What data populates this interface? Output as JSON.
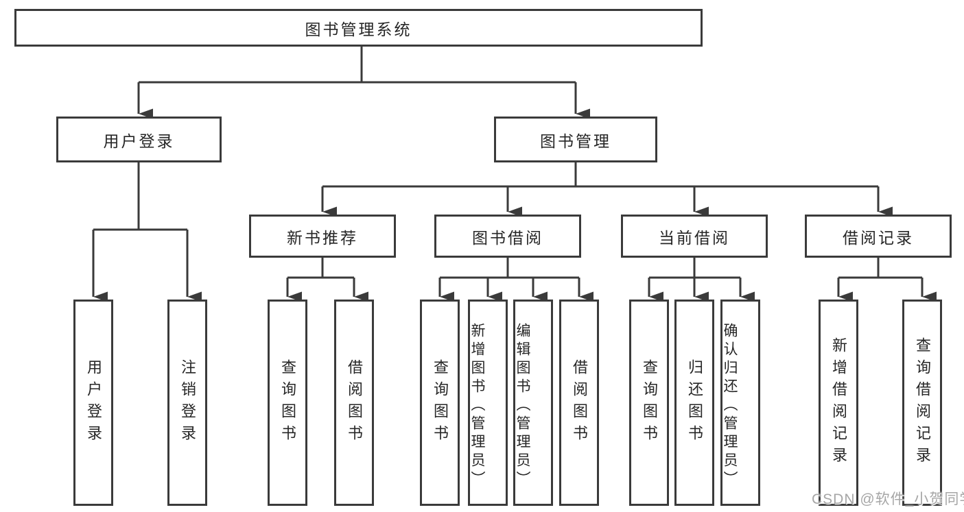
{
  "diagram": {
    "nodes": {
      "root": {
        "label": "图书管理系统"
      },
      "user_login": {
        "label": "用户登录"
      },
      "book_mgmt": {
        "label": "图书管理"
      },
      "new_book_rec": {
        "label": "新书推荐"
      },
      "book_borrow": {
        "label": "图书借阅"
      },
      "current_borrow": {
        "label": "当前借阅"
      },
      "borrow_records": {
        "label": "借阅记录"
      },
      "leaf_user_login": {
        "label": "用户登录"
      },
      "leaf_logout": {
        "label": "注销登录"
      },
      "leaf_query_book_1": {
        "label": "查询图书"
      },
      "leaf_borrow_book_1": {
        "label": "借阅图书"
      },
      "leaf_query_book_2": {
        "label": "查询图书"
      },
      "leaf_add_book": {
        "label": "新增图书（管理员）"
      },
      "leaf_edit_book": {
        "label": "编辑图书（管理员）"
      },
      "leaf_borrow_book_2": {
        "label": "借阅图书"
      },
      "leaf_query_book_3": {
        "label": "查询图书"
      },
      "leaf_return_book": {
        "label": "归还图书"
      },
      "leaf_confirm_return": {
        "label": "确认归还（管理员）"
      },
      "leaf_add_record": {
        "label": "新增借阅记录"
      },
      "leaf_query_record": {
        "label": "查询借阅记录"
      }
    },
    "edges": [
      [
        "root",
        "user_login"
      ],
      [
        "root",
        "book_mgmt"
      ],
      [
        "user_login",
        "leaf_user_login"
      ],
      [
        "user_login",
        "leaf_logout"
      ],
      [
        "book_mgmt",
        "new_book_rec"
      ],
      [
        "book_mgmt",
        "book_borrow"
      ],
      [
        "book_mgmt",
        "current_borrow"
      ],
      [
        "book_mgmt",
        "borrow_records"
      ],
      [
        "new_book_rec",
        "leaf_query_book_1"
      ],
      [
        "new_book_rec",
        "leaf_borrow_book_1"
      ],
      [
        "book_borrow",
        "leaf_query_book_2"
      ],
      [
        "book_borrow",
        "leaf_add_book"
      ],
      [
        "book_borrow",
        "leaf_edit_book"
      ],
      [
        "book_borrow",
        "leaf_borrow_book_2"
      ],
      [
        "current_borrow",
        "leaf_query_book_3"
      ],
      [
        "current_borrow",
        "leaf_return_book"
      ],
      [
        "current_borrow",
        "leaf_confirm_return"
      ],
      [
        "borrow_records",
        "leaf_add_record"
      ],
      [
        "borrow_records",
        "leaf_query_record"
      ]
    ]
  },
  "watermark": {
    "text": "CSDN @软件_小贺同学"
  },
  "colors": {
    "line": "#3a3a3a",
    "text": "#262626",
    "background": "#ffffff",
    "watermark": "#a6a6a6"
  }
}
